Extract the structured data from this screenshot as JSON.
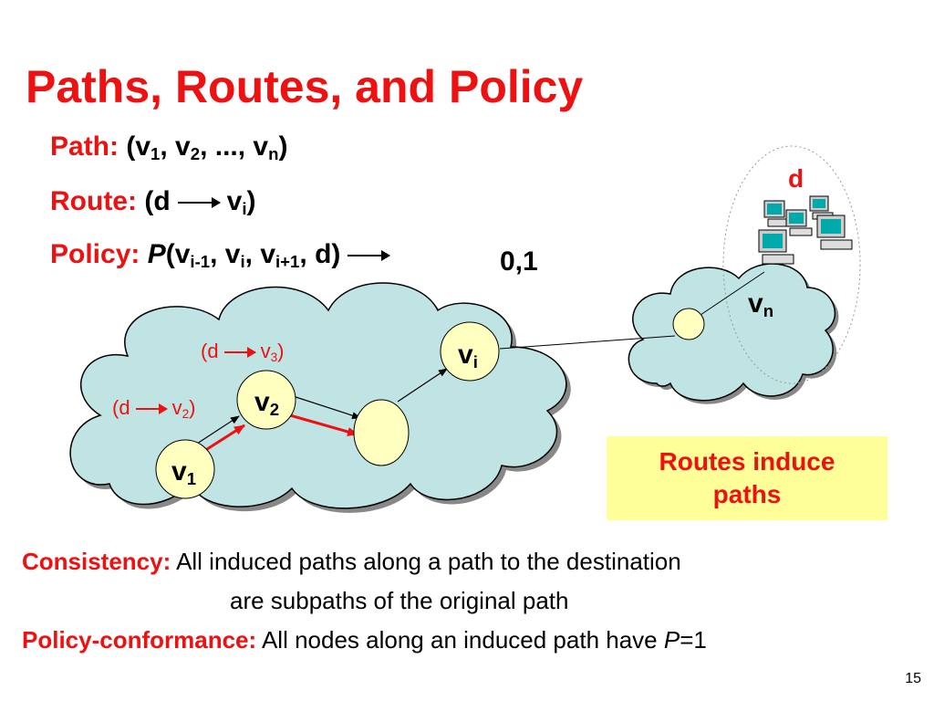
{
  "title": "Paths, Routes, and Policy",
  "defs": {
    "path_label": "Path:",
    "route_label": "Route:",
    "policy_label": "Policy:",
    "v1": "v",
    "v1_sub": "1",
    "v2": "v",
    "v2_sub": "2",
    "ellipsis": "...",
    "vn": "v",
    "vn_sub": "n",
    "d": "d",
    "vi": "v",
    "vi_sub": "i",
    "policy_P": "P",
    "policy_v": "v",
    "sub_i_minus_1": "i-1",
    "sub_i": "i",
    "sub_i_plus_1": "i+1",
    "policy_range": "0,1"
  },
  "diagram": {
    "dest_label": "d",
    "vn_label": "v",
    "vn_sub": "n",
    "vi_label": "v",
    "vi_sub": "i",
    "v2_label": "v",
    "v2_sub": "2",
    "v1_label": "v",
    "v1_sub": "1",
    "route_v3_d": "(d",
    "route_v3_v": "v",
    "route_v3_sub": "3",
    "route_v2_d": "(d",
    "route_v2_v": "v",
    "route_v2_sub": "2",
    "node_color": "#ffffc0",
    "cloud_color": "#c0e4e4"
  },
  "callout": "Routes induce paths",
  "bottom": {
    "consistency_label": "Consistency:",
    "consistency_text1": "All induced paths along a path to the destination",
    "consistency_text2": "are subpaths of the original path",
    "conformance_label": "Policy-conformance:",
    "conformance_text_a": "All nodes along an induced path have",
    "conformance_P": "P",
    "conformance_text_b": "=1"
  },
  "page_number": "15",
  "colors": {
    "accent": "#ee1111",
    "callout_bg": "#ffff99"
  }
}
